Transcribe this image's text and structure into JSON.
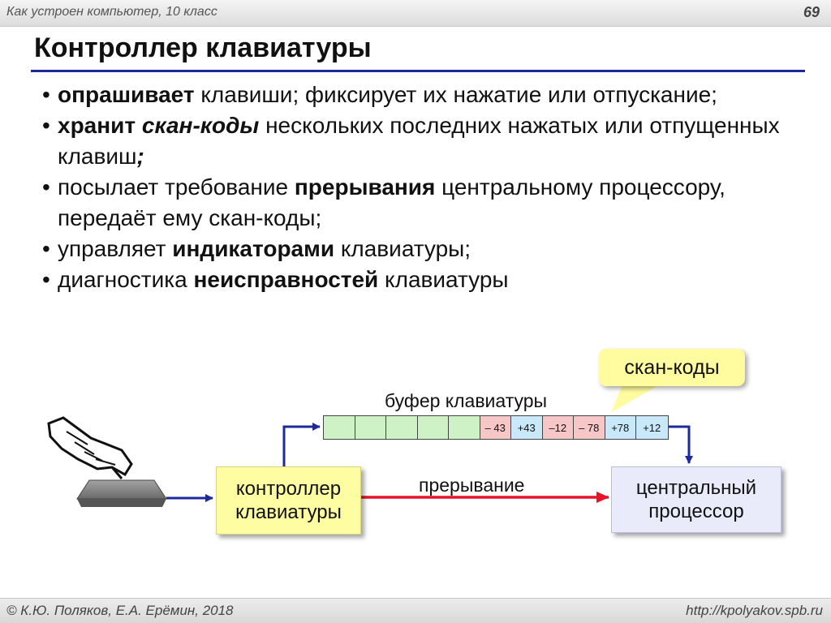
{
  "header": {
    "course": "Как устроен компьютер, 10 класс",
    "page_number": "69"
  },
  "title": "Контроллер клавиатуры",
  "bullets": [
    [
      {
        "b": "опрашивает"
      },
      {
        "t": " клавиши; фиксирует их нажатие или отпускание;"
      }
    ],
    [
      {
        "b": "хранит "
      },
      {
        "bi": "скан-коды"
      },
      {
        "t": " нескольких последних нажатых или отпущенных клавиш"
      },
      {
        "bi": ";"
      }
    ],
    [
      {
        "t": "посылает требование "
      },
      {
        "b": "прерывания"
      },
      {
        "t": " центральному процессору, передаёт ему скан-коды;"
      }
    ],
    [
      {
        "t": " управляет "
      },
      {
        "b": "индикаторами"
      },
      {
        "t": " клавиатуры;"
      }
    ],
    [
      {
        "t": "диагностика "
      },
      {
        "b": "неисправностей"
      },
      {
        "t": " клавиатуры"
      }
    ]
  ],
  "diagram": {
    "callout_label": "скан-коды",
    "buffer_label": "буфер клавиатуры",
    "buffer_cells": [
      "",
      "",
      "",
      "",
      "",
      "– 43",
      "+43",
      "–12",
      "– 78",
      "+78",
      "+12"
    ],
    "controller_line1": "контроллер",
    "controller_line2": "клавиатуры",
    "interrupt_label": "прерывание",
    "cpu_line1": "центральный",
    "cpu_line2": "процессор",
    "colors": {
      "empty_cell": "#cef2c6",
      "minus_cell": "#f7c7c7",
      "plus_cell": "#c9e9fb",
      "controller": "#fffda2",
      "cpu": "#e9ebfb",
      "arrow_blue": "#1c2a9c",
      "arrow_red": "#e8132a"
    }
  },
  "footer": {
    "copyright": "© К.Ю. Поляков, Е.А. Ерёмин, 2018",
    "url": "http://kpolyakov.spb.ru"
  }
}
